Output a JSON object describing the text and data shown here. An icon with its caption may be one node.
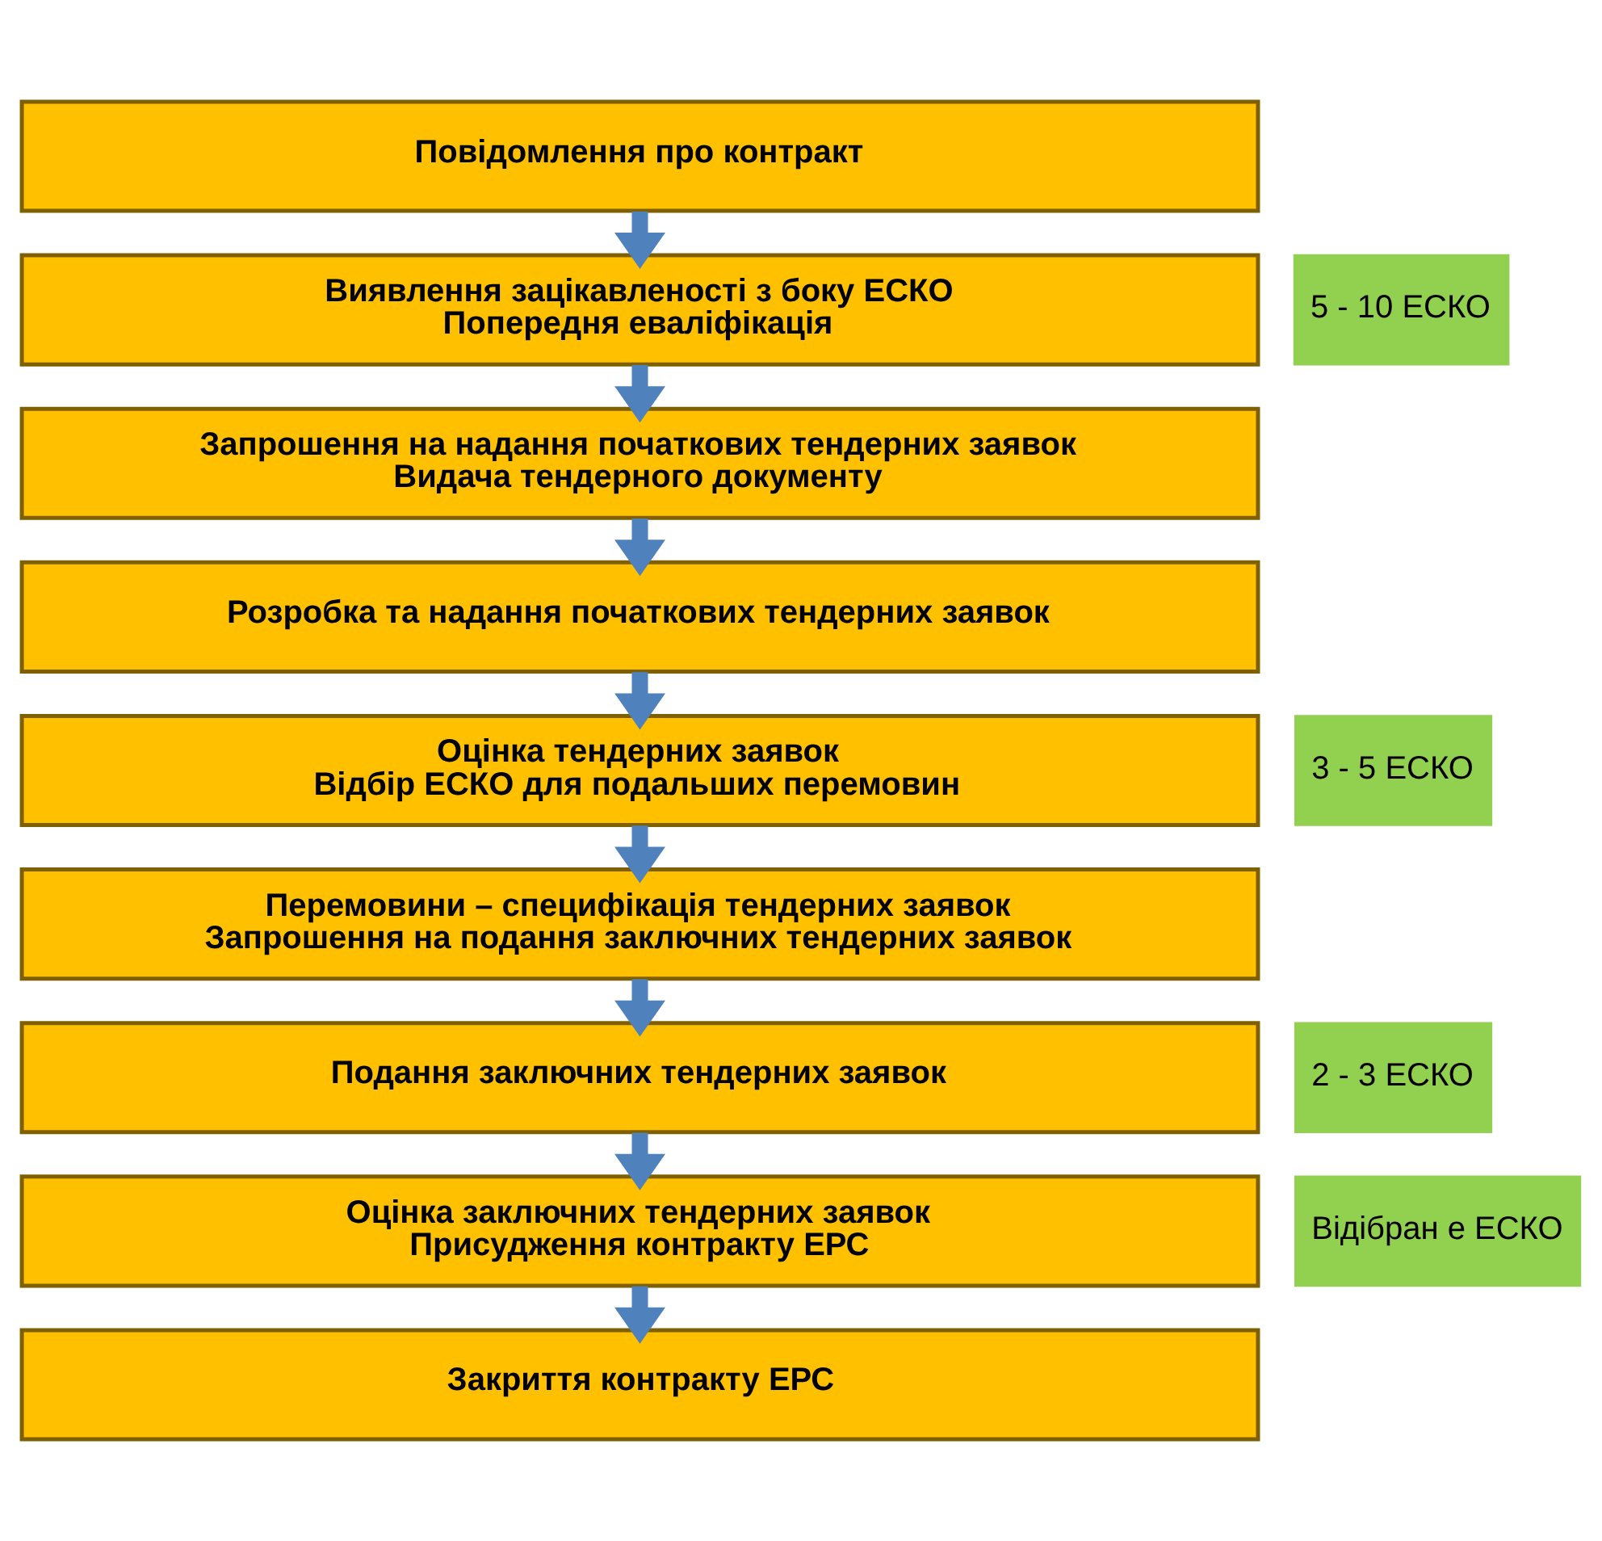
{
  "diagram": {
    "nodes": [
      {
        "text": [
          "Повідомлення про контракт"
        ]
      },
      {
        "text": [
          "5 - 10 ЕСКО"
        ]
      },
      {
        "text": [
          "Виявлення зацікавленості з боку ЕСКО",
          "Попередня еваліфікація"
        ]
      },
      {
        "text": [
          "Запрошення на надання початкових тендерних заявок",
          "Видача тендерного документу"
        ]
      },
      {
        "text": [
          "Розробка та надання початкових тендерних заявок"
        ]
      },
      {
        "text": [
          "3 - 5 ЕСКО"
        ]
      },
      {
        "text": [
          "Оцінка тендерних заявок",
          "Відбір ЕСКО для подальших перемовин"
        ]
      },
      {
        "text": [
          "Перемовини – специфікація тендерних заявок",
          "Запрошення на подання заключних тендерних заявок"
        ]
      },
      {
        "text": [
          "2 - 3 ЕСКО"
        ]
      },
      {
        "text": [
          "Подання заключних тендерних заявок"
        ]
      },
      {
        "text": [
          "Відібран е ЕСКО"
        ]
      },
      {
        "text": [
          "Оцінка заключних тендерних заявок",
          "Присудження контракту ЕРС"
        ]
      },
      {
        "text": [
          "Закриття контракту ЕРС"
        ]
      }
    ],
    "edges": [
      {
        "from": 0,
        "to": 2,
        "arrow": "to"
      },
      {
        "from": 2,
        "to": 3,
        "arrow": "to"
      },
      {
        "from": 3,
        "to": 4,
        "arrow": "to"
      },
      {
        "from": 4,
        "to": 6,
        "arrow": "to"
      },
      {
        "from": 6,
        "to": 7,
        "arrow": "to"
      },
      {
        "from": 7,
        "to": 9,
        "arrow": "to"
      },
      {
        "from": 9,
        "to": 11,
        "arrow": "to"
      },
      {
        "from": 11,
        "to": 12,
        "arrow": "to"
      }
    ]
  }
}
